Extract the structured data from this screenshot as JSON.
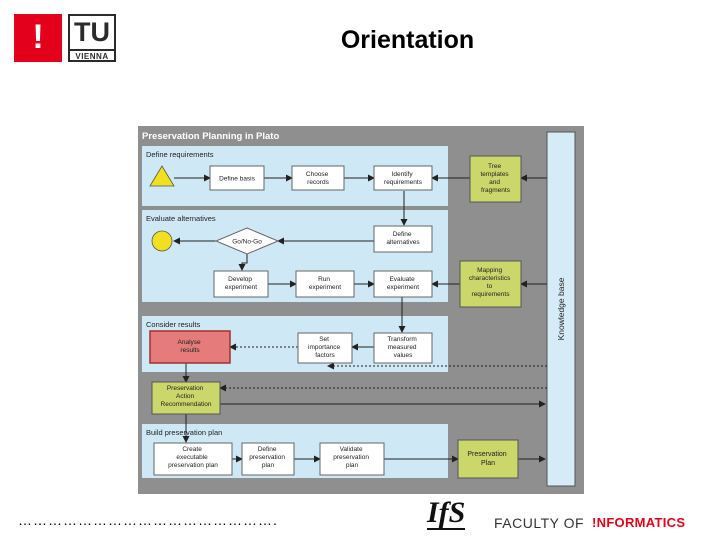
{
  "header": {
    "title": "Orientation",
    "logo_bang": "!",
    "logo_tu": "TU",
    "logo_vienna": "VIENNA"
  },
  "diagram": {
    "title": "Preservation Planning in Plato",
    "knowledge_base": "Knowledge base",
    "sections": {
      "define": "Define requirements",
      "evaluate": "Evaluate alternatives",
      "consider": "Consider results",
      "build": "Build preservation plan"
    },
    "boxes": {
      "define_basis": "Define basis",
      "choose_records": [
        "Choose",
        "records"
      ],
      "identify_requirements": [
        "Identify",
        "requirements"
      ],
      "tree_templates": [
        "Tree",
        "templates",
        "and",
        "fragments"
      ],
      "go_no_go": "Go/No-Go",
      "define_alternatives": [
        "Define",
        "alternatives"
      ],
      "develop_experiment": [
        "Develop",
        "experiment"
      ],
      "run_experiment": [
        "Run",
        "experiment"
      ],
      "evaluate_experiment": [
        "Evaluate",
        "experiment"
      ],
      "mapping": [
        "Mapping",
        "characteristics",
        "to",
        "requirements"
      ],
      "analyse_results": [
        "Analyse",
        "results"
      ],
      "set_importance": [
        "Set",
        "importance",
        "factors"
      ],
      "transform": [
        "Transform",
        "measured",
        "values"
      ],
      "recommendation": [
        "Preservation",
        "Action",
        "Recommendation"
      ],
      "create_plan": [
        "Create",
        "executable",
        "preservation plan"
      ],
      "define_plan": [
        "Define",
        "preservation",
        "plan"
      ],
      "validate_plan": [
        "Validate",
        "preservation",
        "plan"
      ],
      "preservation_plan": [
        "Preservation",
        "Plan"
      ]
    },
    "colors": {
      "frame": "#8f8f8f",
      "section": "#cfe8f5",
      "box": "#ffffff",
      "side": "#cbd66b",
      "analyse": "#e57b7b",
      "start": "#f0e020",
      "kb": "#d5ecf8"
    }
  },
  "footer": {
    "dots": "…………………………………………….",
    "ifs_logo": "IfS",
    "faculty_of": "FACULTY OF",
    "informatics": "!NFORMATICS"
  }
}
